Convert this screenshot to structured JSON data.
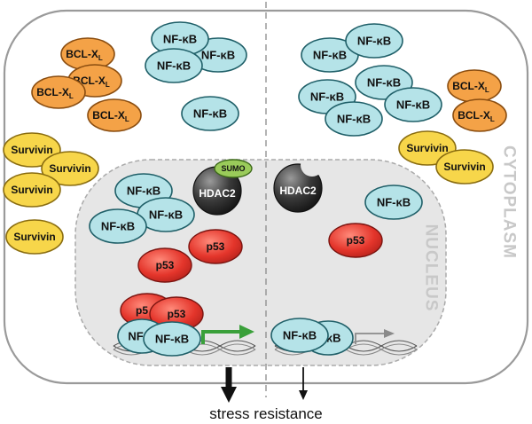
{
  "labels": {
    "nfkb": "NF-κB",
    "nfkb_partial": "NF",
    "nfkb_tail": "-κB",
    "bclxl_main": "BCL-X",
    "bclxl_sub": "L",
    "survivin": "Survivin",
    "p53": "p53",
    "p53_partial": "p5",
    "hdac2": "HDAC2",
    "sumo": "SUMO",
    "cytoplasm": "CYTOPLASM",
    "nucleus": "NUCLEUS",
    "outcome": "stress resistance"
  },
  "colors": {
    "nfkb_fill": "#b5e3e8",
    "bclxl_fill": "#f4a247",
    "survivin_fill": "#f7d64a",
    "p53_fill": "#e4352b",
    "hdac2_fill": "#3a3a3a",
    "sumo_fill": "#9acb5a",
    "nucleus_fill": "#e6e6e6",
    "arrow_active": "#3aa03a",
    "arrow_inactive": "#8a8a8a",
    "region_label": "#c8c8c8"
  }
}
